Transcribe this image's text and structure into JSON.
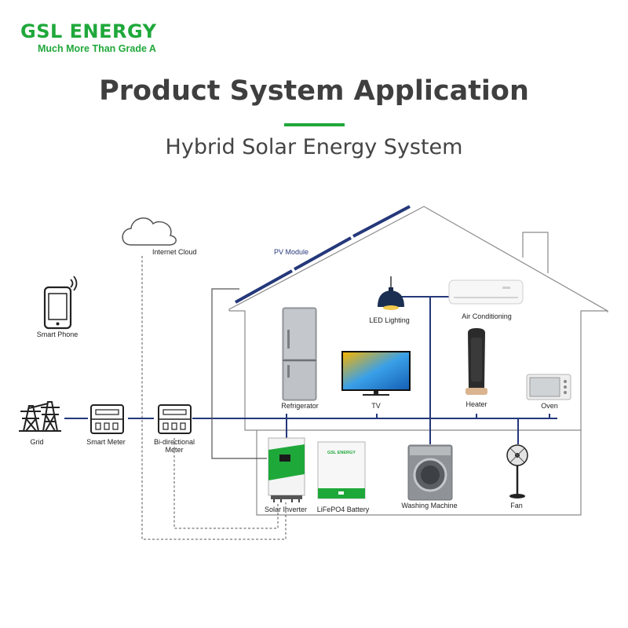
{
  "brand": {
    "name": "GSL ENERGY",
    "tagline": "Much More Than Grade A"
  },
  "header": {
    "title": "Product System Application",
    "subtitle": "Hybrid Solar Energy System"
  },
  "labels": {
    "internet_cloud": "Internet Cloud",
    "pv_module": "PV Module",
    "smart_phone": "Smart Phone",
    "grid": "Grid",
    "smart_meter": "Smart Meter",
    "bidirectional_meter_1": "Bi-directional",
    "bidirectional_meter_2": "Meter",
    "led_lighting": "LED Lighting",
    "air_conditioning": "Air Conditioning",
    "refrigerator": "Refrigerator",
    "tv": "TV",
    "heater": "Heater",
    "oven": "Oven",
    "solar_inverter": "Solar Inverter",
    "battery": "LiFePO4 Battery",
    "battery_brand": "GSL ENERGY",
    "washing_machine": "Washing Machine",
    "fan": "Fan"
  },
  "colors": {
    "brand_green": "#1fa83a",
    "wire_blue": "#24387a",
    "outline_gray": "#8a8a8a",
    "title_gray": "#3f3f3f"
  }
}
